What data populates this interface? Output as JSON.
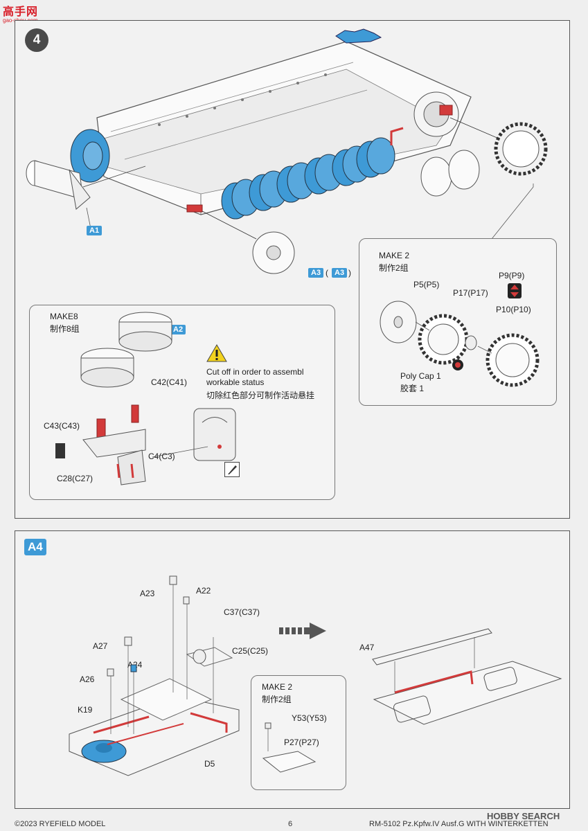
{
  "watermark": {
    "logo_text": "高手网",
    "site": "gao-shou.com"
  },
  "step4": {
    "step_number": "4",
    "part_tags": {
      "a1": "A1",
      "a2": "A2",
      "a3": "A3",
      "a3_alt": "A3"
    },
    "make8_box": {
      "make_en": "MAKE8",
      "make_cn": "制作8组",
      "warning_en": "Cut off in order to assembl\nworkable status",
      "warning_cn": "切除红色部分可制作活动悬挂",
      "parts": {
        "c42": "C42(C41)",
        "c43": "C43(C43)",
        "c4": "C4(C3)",
        "c28": "C28(C27)"
      }
    },
    "make2_box": {
      "make_en": "MAKE 2",
      "make_cn": "制作2组",
      "parts": {
        "p5": "P5(P5)",
        "p17": "P17(P17)",
        "p9": "P9(P9)",
        "p10": "P10(P10)",
        "polycap_en": "Poly Cap 1",
        "polycap_cn": "胶套 1"
      }
    }
  },
  "a4": {
    "section_label": "A4",
    "parts": {
      "a23": "A23",
      "a22": "A22",
      "c37": "C37(C37)",
      "c25": "C25(C25)",
      "a27": "A27",
      "a24": "A24",
      "a26": "A26",
      "k19": "K19",
      "d5": "D5",
      "a47": "A47"
    },
    "make2_box": {
      "make_en": "MAKE 2",
      "make_cn": "制作2组",
      "y53": "Y53(Y53)",
      "p27": "P27(P27)"
    }
  },
  "footer": {
    "copyright": "©2023 RYEFIELD MODEL",
    "page": "6",
    "product": "RM-5102 Pz.Kpfw.IV Ausf.G WITH WINTERKETTEN",
    "brand": "HOBBY SEARCH"
  },
  "colors": {
    "accent_blue": "#3e9ad6",
    "cut_red": "#d23a3a",
    "warning_yellow": "#f2d21e"
  }
}
